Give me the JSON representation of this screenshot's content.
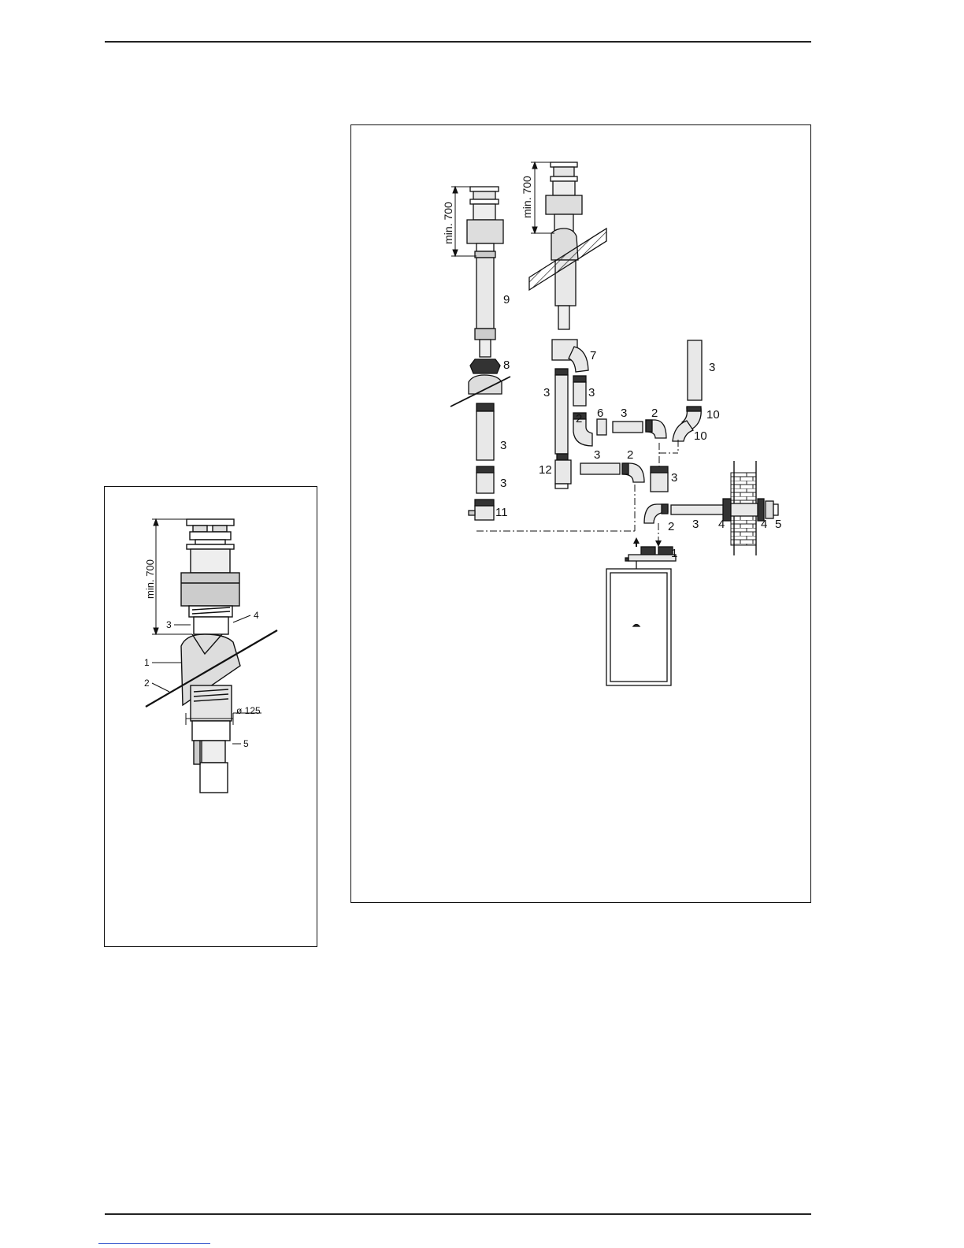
{
  "left_diagram": {
    "dim_label": "min. 700",
    "diameter_label": "ø 125",
    "callouts": [
      "1",
      "2",
      "3",
      "4",
      "5"
    ]
  },
  "right_diagram": {
    "dim_label_a": "min. 700",
    "dim_label_b": "min. 700",
    "callouts": {
      "c9": "9",
      "c8": "8",
      "c3_a": "3",
      "c3_b": "3",
      "c11": "11",
      "c7": "7",
      "c3_c": "3",
      "c3_d": "3",
      "c2_a": "2",
      "c6": "6",
      "c3_e": "3",
      "c2_b": "2",
      "c3_f": "3",
      "c10_a": "10",
      "c10_b": "10",
      "c12": "12",
      "c3_g": "3",
      "c2_c": "2",
      "c3_h": "3",
      "c2_d": "2",
      "c3_i": "3",
      "c4_a": "4",
      "c4_b": "4",
      "c5": "5",
      "c1": "1"
    }
  }
}
